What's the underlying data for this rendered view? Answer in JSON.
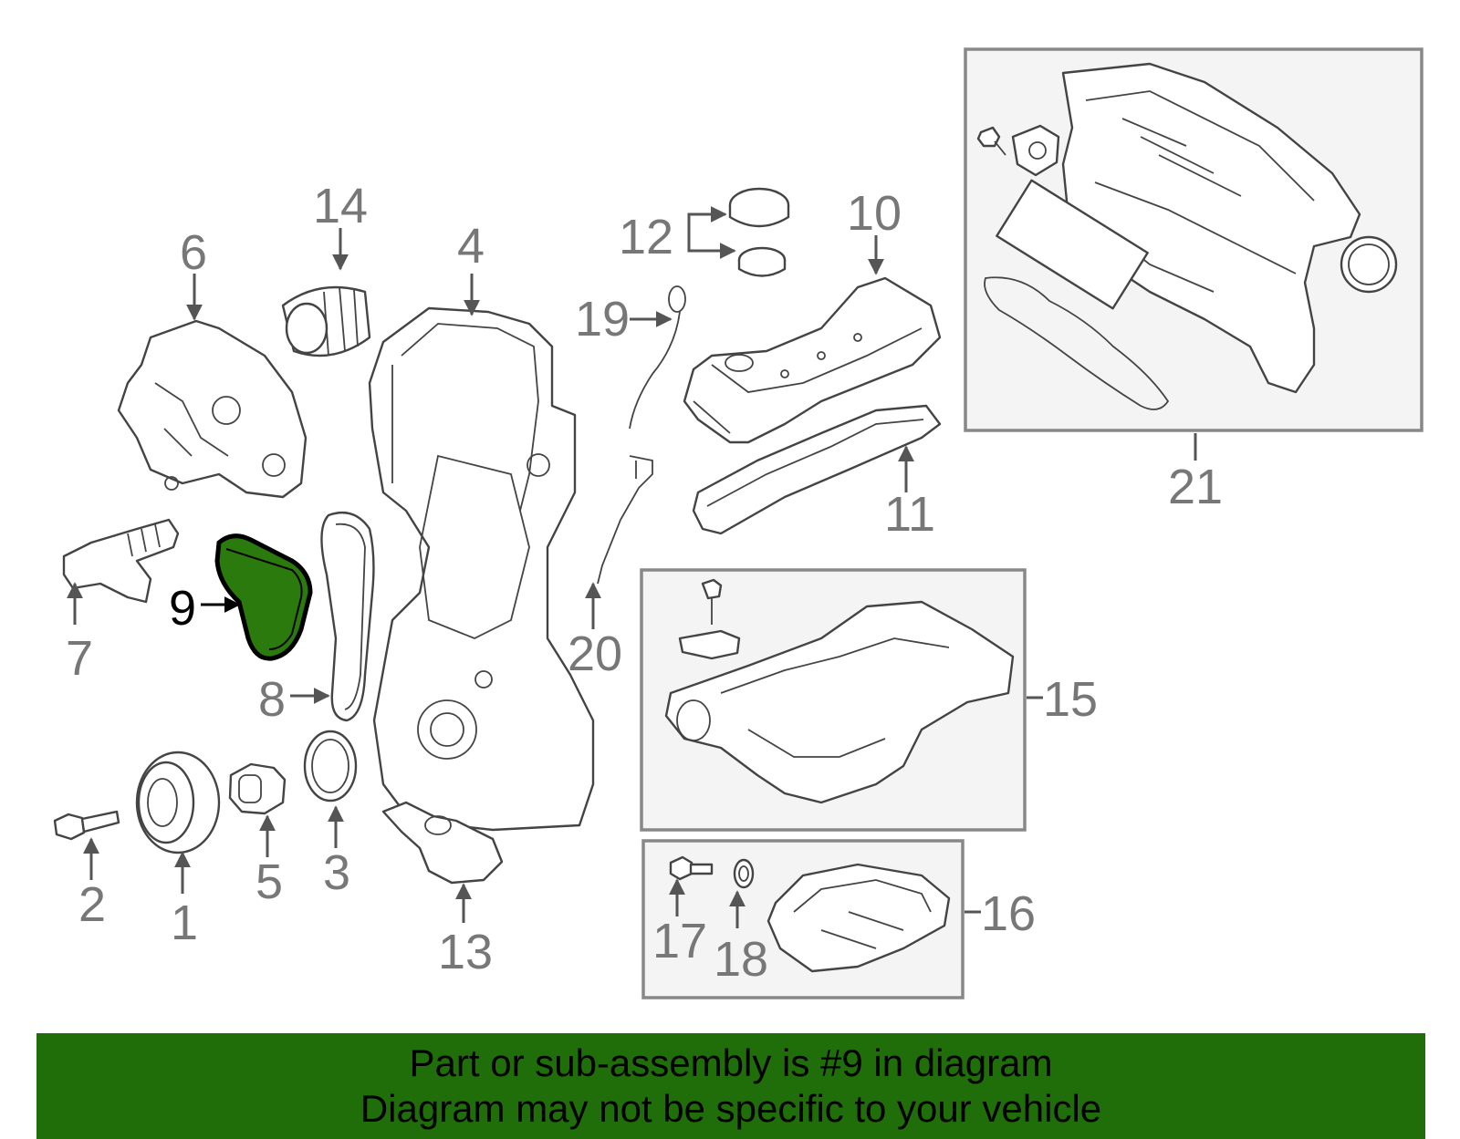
{
  "labels": {
    "l1": "1",
    "l2": "2",
    "l3": "3",
    "l4": "4",
    "l5": "5",
    "l6": "6",
    "l7": "7",
    "l8": "8",
    "l9": "9",
    "l10": "10",
    "l11": "11",
    "l12": "12",
    "l13": "13",
    "l14": "14",
    "l15": "15",
    "l16": "16",
    "l17": "17",
    "l18": "18",
    "l19": "19",
    "l20": "20",
    "l21": "21"
  },
  "highlight": {
    "part": "9",
    "color": "#2a7a0e"
  },
  "banner": {
    "line1": "Part or sub-assembly is #9 in diagram",
    "line2": "Diagram may not be specific to your vehicle",
    "color": "#1f6e0a"
  }
}
